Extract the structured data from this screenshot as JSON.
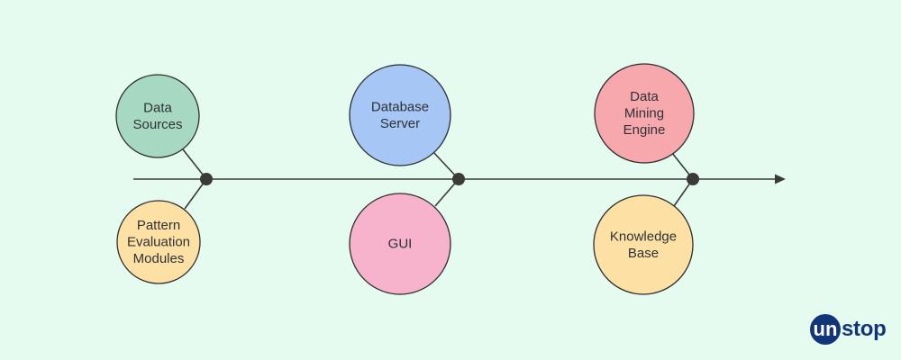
{
  "colors": {
    "background": "#e5fbf0",
    "line": "#3a3a3a",
    "node_stroke": "#2e2e2e",
    "brand": "#123479"
  },
  "nodes": [
    {
      "name": "node-data-sources",
      "lines": [
        "Data",
        "Sources"
      ],
      "fill": "#a7d9c2",
      "position": "above-1"
    },
    {
      "name": "node-pattern-evaluation-modules",
      "lines": [
        "Pattern",
        "Evaluation",
        "Modules"
      ],
      "fill": "#fde1a4",
      "position": "below-1"
    },
    {
      "name": "node-database-server",
      "lines": [
        "Database",
        "Server"
      ],
      "fill": "#a6c7f5",
      "position": "above-2"
    },
    {
      "name": "node-gui",
      "lines": [
        "GUI"
      ],
      "fill": "#f8b3cc",
      "position": "below-2"
    },
    {
      "name": "node-data-mining-engine",
      "lines": [
        "Data",
        "Mining",
        "Engine"
      ],
      "fill": "#f6a8ac",
      "position": "above-3"
    },
    {
      "name": "node-knowledge-base",
      "lines": [
        "Knowledge",
        "Base"
      ],
      "fill": "#fde1a4",
      "position": "below-3"
    }
  ],
  "brand": {
    "badge_text": "un",
    "rest_text": "stop"
  }
}
